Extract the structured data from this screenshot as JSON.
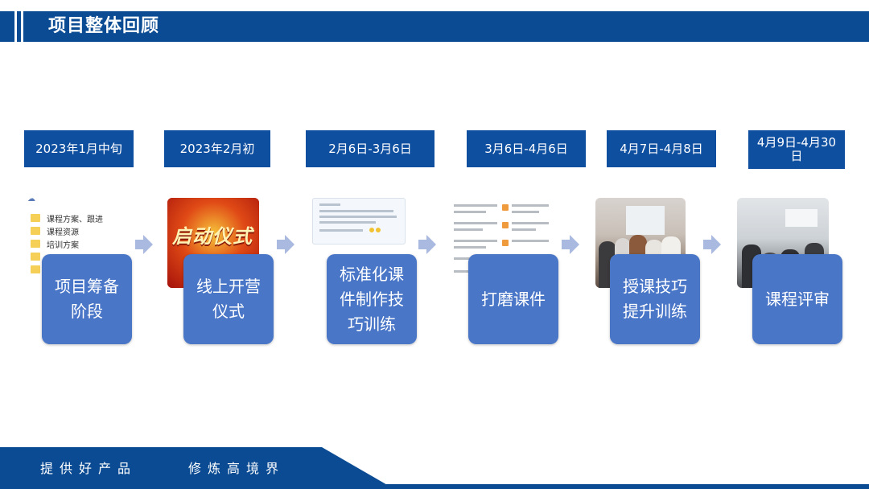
{
  "header": {
    "title": "项目整体回顾"
  },
  "timeline": [
    {
      "date": "2023年1月中旬",
      "stage": "项目筹备阶段"
    },
    {
      "date": "2023年2月初",
      "stage": "线上开营仪式"
    },
    {
      "date": "2月6日-3月6日",
      "stage": "标准化课件制作技巧训练"
    },
    {
      "date": "3月6日-4月6日",
      "stage": "打磨课件"
    },
    {
      "date": "4月7日-4月8日",
      "stage": "授课技巧提升训练"
    },
    {
      "date": "4月9日-4月30日",
      "stage": "课程评审"
    }
  ],
  "folder_list": {
    "items": [
      "课程方案、跟进",
      "课程资源",
      "培训方案"
    ]
  },
  "launch_image": {
    "text": "启动仪式"
  },
  "footer": {
    "left": "提供好产品",
    "right": "修炼高境界"
  },
  "colors": {
    "brand": "#0a4b93",
    "date_box": "#0f4fa0",
    "stage_box": "#4a76c7",
    "arrow": "#aab9df"
  }
}
